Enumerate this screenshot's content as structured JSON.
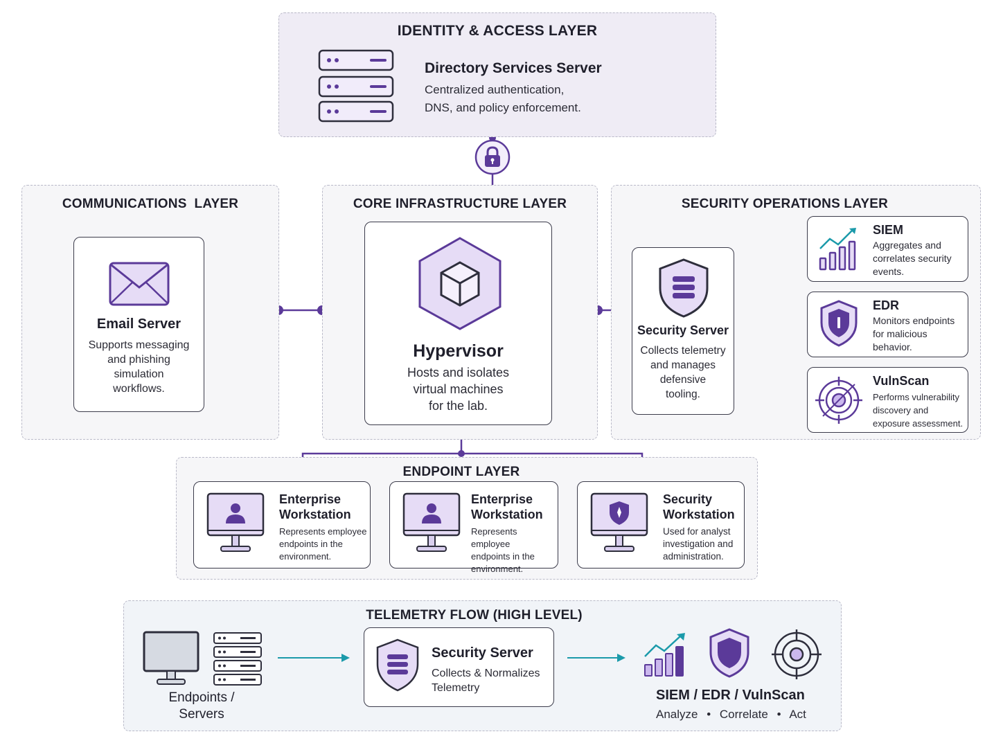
{
  "identity_layer": {
    "title": "IDENTITY & ACCESS LAYER",
    "directory": {
      "title": "Directory Services Server",
      "desc_line1": "Centralized authentication,",
      "desc_line2": "DNS, and policy enforcement."
    },
    "lock_icon": "lock-icon"
  },
  "communications_layer": {
    "title": "COMMUNICATIONS  LAYER",
    "email": {
      "title": "Email Server",
      "desc_lines": [
        "Supports messaging",
        "and phishing",
        "simulation",
        "workflows."
      ]
    }
  },
  "core_layer": {
    "title": "CORE INFRASTRUCTURE LAYER",
    "hypervisor": {
      "title": "Hypervisor",
      "desc_lines": [
        "Hosts and isolates",
        "virtual machines",
        "for the lab."
      ]
    }
  },
  "security_ops_layer": {
    "title": "SECURITY OPERATIONS LAYER",
    "security_server": {
      "title": "Security Server",
      "desc_lines": [
        "Collects telemetry",
        "and manages",
        "defensive",
        "tooling."
      ]
    },
    "tools": [
      {
        "title": "SIEM",
        "desc_lines": [
          "Aggregates and",
          "correlates security",
          "events."
        ],
        "icon": "chart-icon"
      },
      {
        "title": "EDR",
        "desc_lines": [
          "Monitors endpoints",
          "for malicious",
          "behavior."
        ],
        "icon": "shield-icon"
      },
      {
        "title": "VulnScan",
        "desc_lines": [
          "Performs vulnerability",
          "discovery and",
          "exposure assessment."
        ],
        "icon": "target-icon"
      }
    ]
  },
  "endpoint_layer": {
    "title": "ENDPOINT LAYER",
    "workstations": [
      {
        "title_line1": "Enterprise",
        "title_line2": "Workstation",
        "desc_lines": [
          "Represents employee",
          "endpoints in the",
          "environment."
        ],
        "icon": "user-monitor-icon"
      },
      {
        "title_line1": "Enterprise",
        "title_line2": "Workstation",
        "desc_lines": [
          "Represents employee",
          "endpoints in the",
          "environment."
        ],
        "icon": "user-monitor-icon"
      },
      {
        "title_line1": "Security",
        "title_line2": "Workstation",
        "desc_lines": [
          "Used for analyst",
          "investigation and",
          "administration."
        ],
        "icon": "shield-monitor-icon"
      }
    ]
  },
  "telemetry_flow": {
    "title": "TELEMETRY FLOW (HIGH LEVEL)",
    "source": {
      "line1": "Endpoints /",
      "line2": "Servers"
    },
    "collector": {
      "title": "Security Server",
      "line1": "Collects & Normalizes",
      "line2": "Telemetry"
    },
    "destination": {
      "title": "SIEM / EDR / VulnScan",
      "actions": [
        "Analyze",
        "Correlate",
        "Act"
      ],
      "separator": "•"
    }
  },
  "colors": {
    "purple": "#5b3a99",
    "purple_light": "#e6dcf6",
    "teal": "#1b9aaa",
    "identity_bg": "#efecf5",
    "telemetry_bg": "#f1f4f8"
  }
}
